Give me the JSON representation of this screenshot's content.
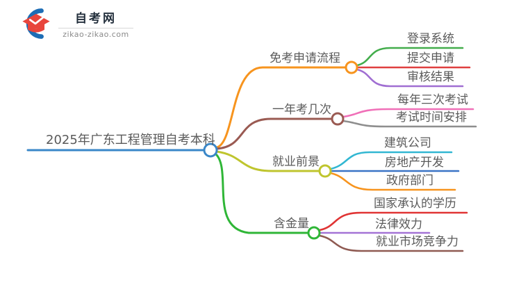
{
  "brand": {
    "name": "自考网",
    "domain": "zikao-zikao.com",
    "blue": "#1d6db5",
    "red": "#e8453c"
  },
  "root": {
    "label": "2025年广东工程管理自考本科",
    "color": "#3a87c8"
  },
  "branches": [
    {
      "label": "免考申请流程",
      "color": "#f7941e",
      "children": [
        {
          "label": "登录系统",
          "color": "#43ad4c"
        },
        {
          "label": "提交申请",
          "color": "#e04040"
        },
        {
          "label": "审核结果",
          "color": "#a06ed2"
        }
      ]
    },
    {
      "label": "一年考几次",
      "color": "#9a5a52",
      "children": [
        {
          "label": "每年三次考试",
          "color": "#f070b8"
        },
        {
          "label": "考试时间安排",
          "color": "#8e8e8e"
        }
      ]
    },
    {
      "label": "就业前景",
      "color": "#bfc52e",
      "children": [
        {
          "label": "建筑公司",
          "color": "#32b7d2"
        },
        {
          "label": "房地产开发",
          "color": "#3a73c6"
        },
        {
          "label": "政府部门",
          "color": "#f7941e"
        }
      ]
    },
    {
      "label": "含金量",
      "color": "#2fb637",
      "children": [
        {
          "label": "国家承认的学历",
          "color": "#e03434"
        },
        {
          "label": "法律效力",
          "color": "#a473d6"
        },
        {
          "label": "就业市场竞争力",
          "color": "#8f5a52"
        }
      ]
    }
  ]
}
